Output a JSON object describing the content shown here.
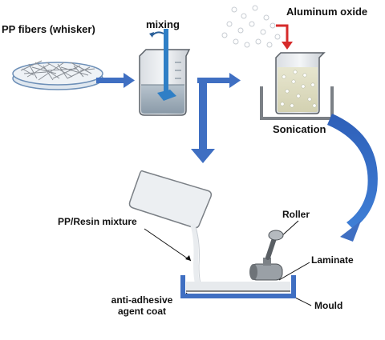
{
  "labels": {
    "pp_fibers": "PP fibers (whisker)",
    "mixing": "mixing",
    "aluminum_oxide": "Aluminum oxide",
    "sonication": "Sonication",
    "pp_resin_mixture": "PP/Resin mixture",
    "roller": "Roller",
    "laminate": "Laminate",
    "anti_adhesive_line1": "anti-adhesive",
    "anti_adhesive_line2": "agent coat",
    "mould": "Mould"
  },
  "colors": {
    "flow_arrow": "#3f6fc2",
    "mould_blue": "#3f6fc2",
    "particle_arrow": "#d62a2a",
    "text": "#111111"
  },
  "icons": {
    "dish": "petri-dish-icon",
    "beaker_mix": "mixing-beaker-icon",
    "particles": "alumina-particles-icon",
    "beaker_sonic": "sonication-beaker-icon",
    "pour": "pouring-beaker-icon",
    "roller": "roller-icon",
    "mould": "mould-tray-icon"
  }
}
